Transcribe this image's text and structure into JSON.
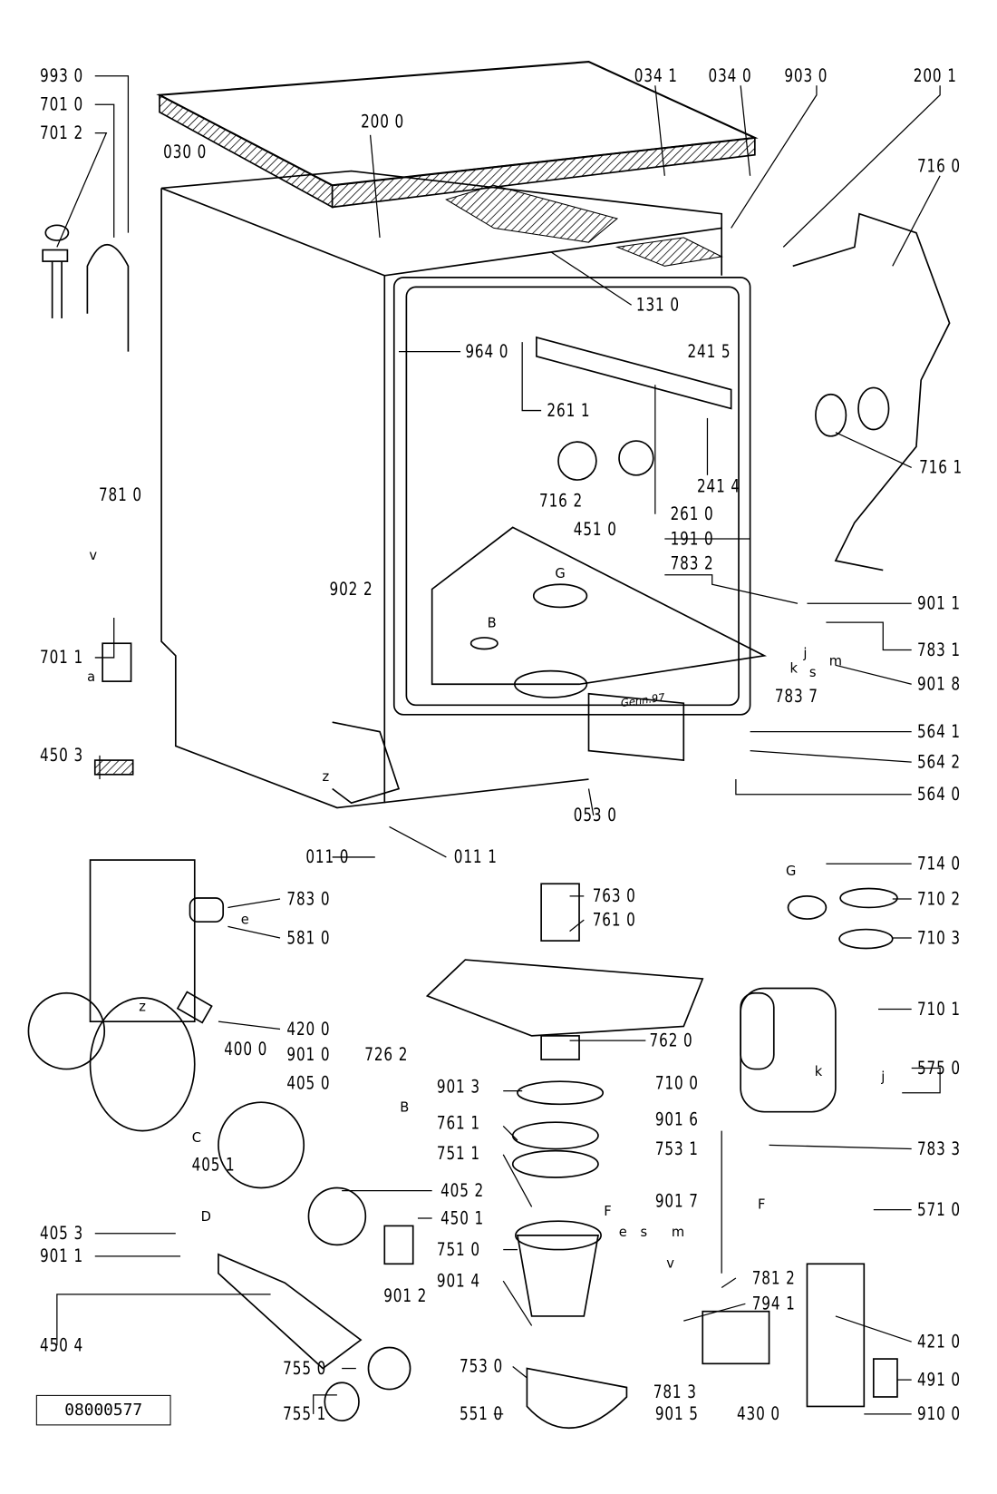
{
  "drawing_code": "08000577",
  "stamp": "Genn.97",
  "part_labels": [
    "993 0",
    "701 0",
    "701 2",
    "030 0",
    "200 0",
    "034 1",
    "034 0",
    "903 0",
    "200 1",
    "716 0",
    "131 0",
    "964 0",
    "241 5",
    "261 1",
    "716 1",
    "241 4",
    "716 2",
    "261 0",
    "781 0",
    "451 0",
    "191 0",
    "783 2",
    "902 2",
    "901 1",
    "783 1",
    "701 1",
    "783 7",
    "901 8",
    "564 1",
    "450 3",
    "564 2",
    "564 0",
    "053 0",
    "011 0",
    "011 1",
    "714 0",
    "783 0",
    "763 0",
    "710 2",
    "761 0",
    "581 0",
    "710 3",
    "710 1",
    "420 0",
    "400 0",
    "901 0",
    "762 0",
    "726 2",
    "405 0",
    "575 0",
    "710 0",
    "901 3",
    "761 1",
    "901 6",
    "753 1",
    "783 3",
    "751 1",
    "901 7",
    "405 1",
    "405 2",
    "450 1",
    "405 3",
    "571 0",
    "901 1",
    "751 0",
    "901 4",
    "781 2",
    "901 2",
    "794 1",
    "450 4",
    "421 0",
    "755 0",
    "753 0",
    "491 0",
    "781 3",
    "755 1",
    "551 0",
    "901 5",
    "430 0",
    "910 0"
  ],
  "connection_letters": [
    "a",
    "v",
    "e",
    "z",
    "z",
    "B",
    "B",
    "C",
    "D",
    "F",
    "F",
    "G",
    "G",
    "k",
    "k",
    "j",
    "j",
    "s",
    "s",
    "m",
    "m",
    "e",
    "v"
  ]
}
